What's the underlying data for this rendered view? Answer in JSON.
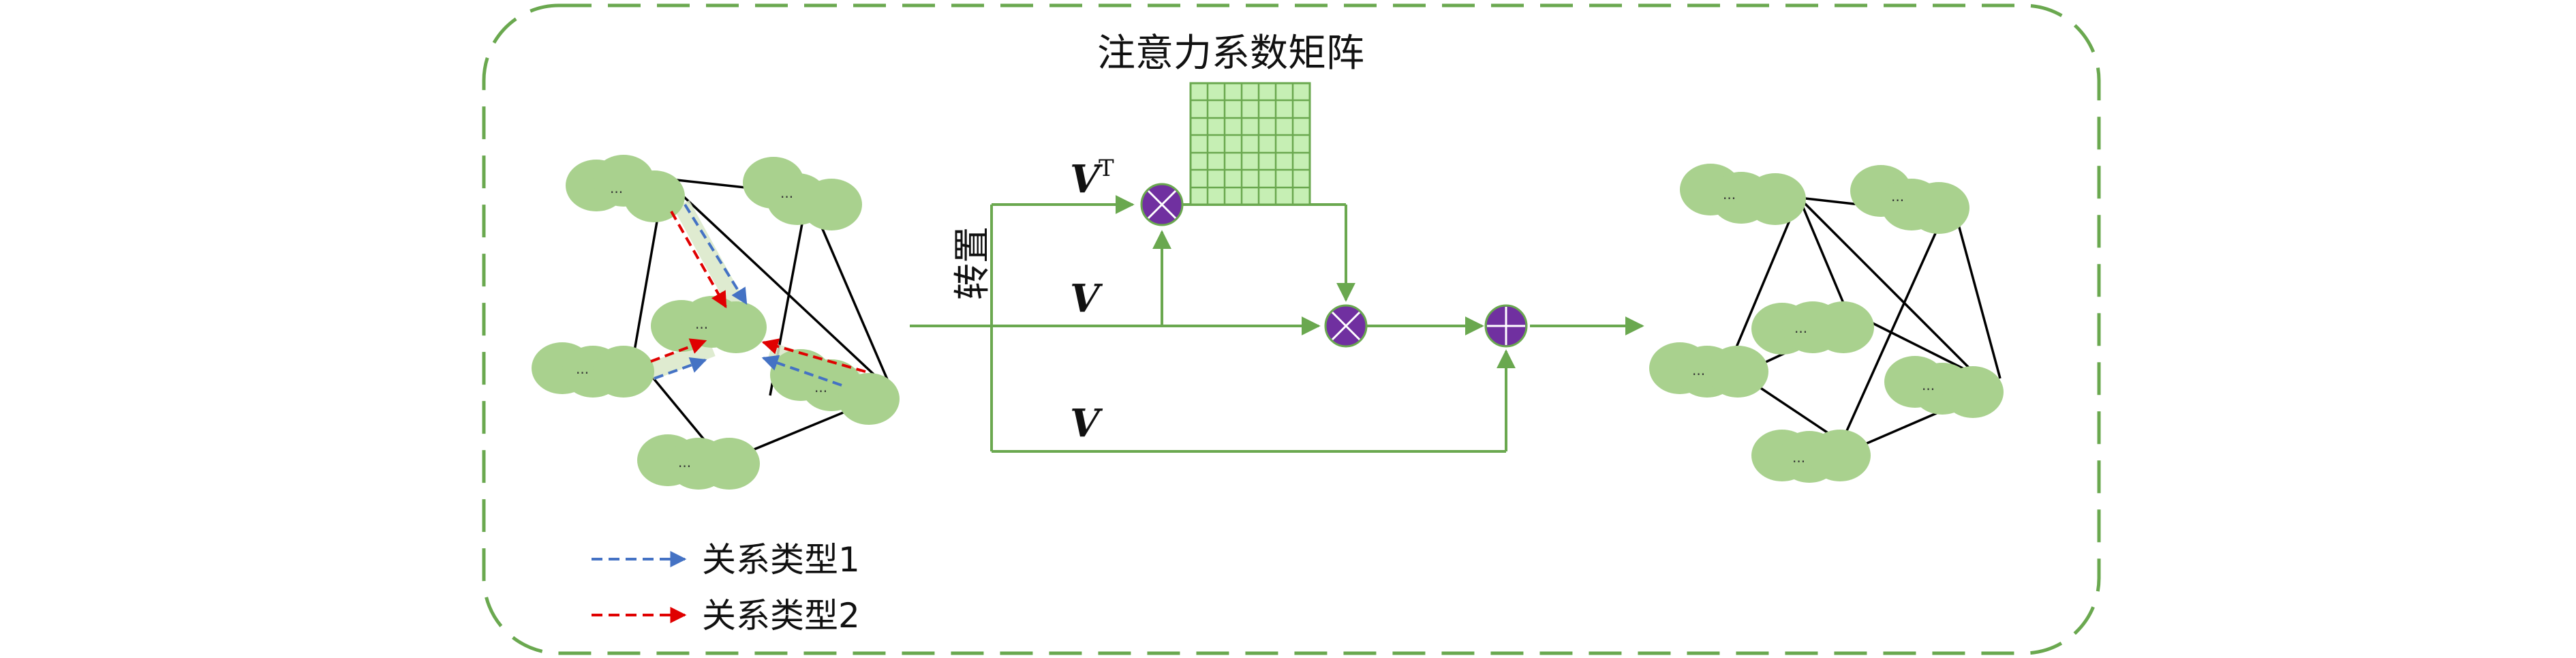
{
  "diagram": {
    "matrix_title": "注意力系数矩阵",
    "transpose_label": "转置",
    "vt_label": "V",
    "vt_superscript": "T",
    "v_label_mid": "V",
    "v_label_bottom": "V",
    "node_label": "...",
    "legend": [
      {
        "label": "关系类型1",
        "color": "#4472C4"
      },
      {
        "label": "关系类型2",
        "color": "#E00000"
      }
    ],
    "colors": {
      "frame": "#6AA84F",
      "node_fill": "#A9D18E",
      "flow_line": "#6AA84F",
      "operator_fill": "#7030A0",
      "edge": "#000000",
      "matrix_fill": "#C6EFB4",
      "matrix_grid": "#6AA84F"
    }
  }
}
